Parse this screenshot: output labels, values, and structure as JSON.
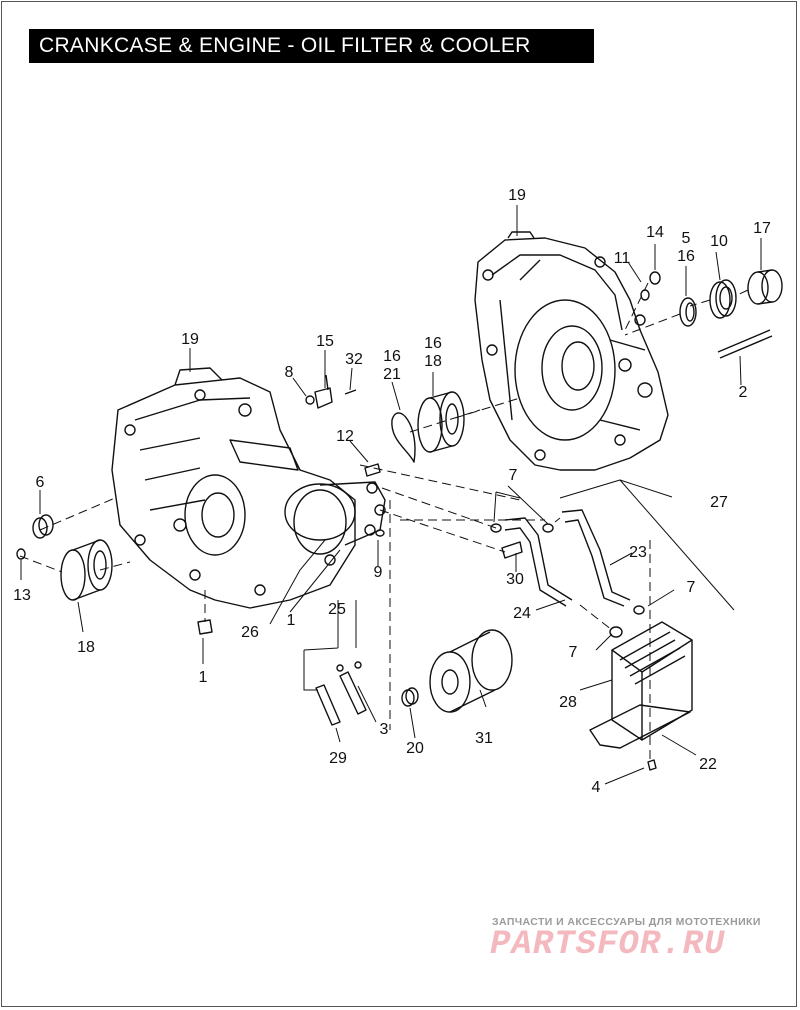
{
  "header": {
    "title": "CRANKCASE & ENGINE - OIL FILTER & COOLER"
  },
  "callouts": {
    "c1a": "1",
    "c1b": "1",
    "c2": "2",
    "c3": "3",
    "c4": "4",
    "c5": "5",
    "c6": "6",
    "c7a": "7",
    "c7b": "7",
    "c7c": "7",
    "c8": "8",
    "c9": "9",
    "c10": "10",
    "c11": "11",
    "c12": "12",
    "c13": "13",
    "c14": "14",
    "c15": "15",
    "c16a": "16",
    "c16b": "16",
    "c16c": "16",
    "c17": "17",
    "c18a": "18",
    "c18b": "18",
    "c19a": "19",
    "c19b": "19",
    "c20": "20",
    "c21": "21",
    "c22": "22",
    "c23": "23",
    "c24": "24",
    "c25": "25",
    "c26": "26",
    "c27": "27",
    "c28": "28",
    "c29": "29",
    "c30": "30",
    "c31": "31",
    "c32": "32"
  },
  "watermark": {
    "subtitle": "ЗАПЧАСТИ И АКСЕССУАРЫ ДЛЯ МОТОТЕХНИКИ",
    "logo": "PARTSFOR.RU"
  }
}
